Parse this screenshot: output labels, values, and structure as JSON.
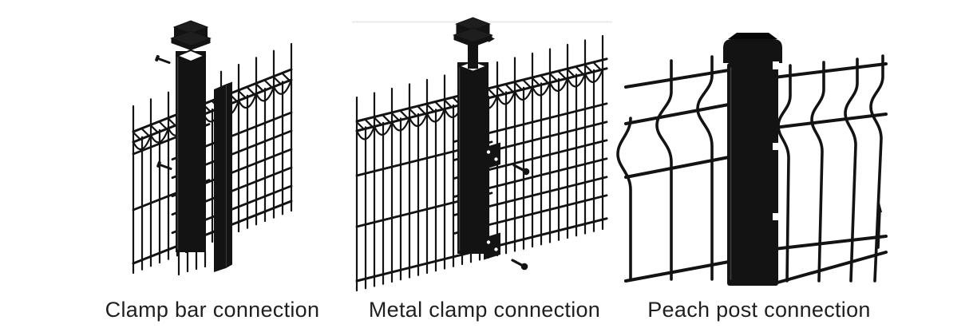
{
  "page": {
    "background": "#ffffff",
    "ink": "#131313",
    "highlight": "#3d3d3d",
    "caption_color": "#1f1f1f",
    "photo_edge_artifact": "#e9e9e9"
  },
  "figures": [
    {
      "id": "clamp-bar",
      "caption": "Clamp bar connection",
      "illustration": "clamp-bar-connection-illustration"
    },
    {
      "id": "metal-clamp",
      "caption": "Metal clamp connection",
      "illustration": "metal-clamp-connection-illustration"
    },
    {
      "id": "peach-post",
      "caption": "Peach post connection",
      "illustration": "peach-post-connection-illustration"
    }
  ]
}
